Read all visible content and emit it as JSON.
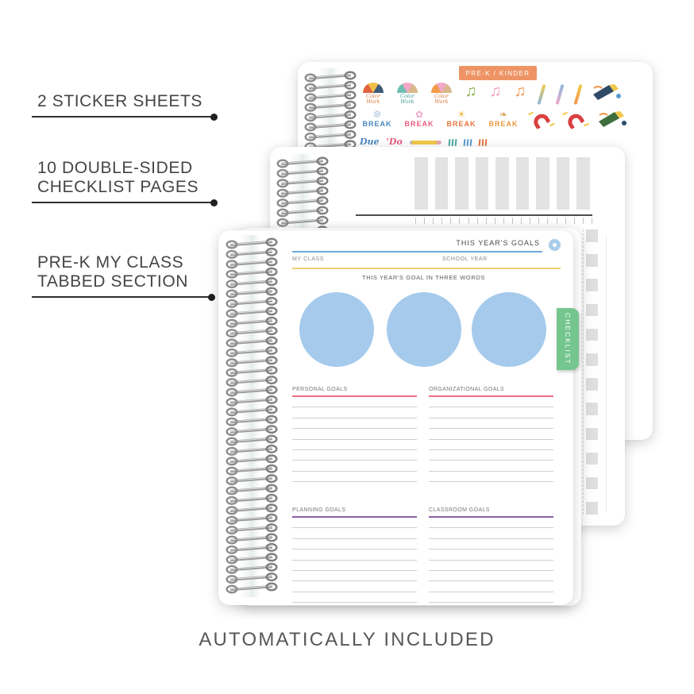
{
  "annotations": [
    {
      "id": "sticker-sheets",
      "lines": [
        "2 STICKER SHEETS"
      ]
    },
    {
      "id": "checklist-pages",
      "lines": [
        "10 DOUBLE-SIDED",
        "CHECKLIST PAGES"
      ]
    },
    {
      "id": "tabbed-section",
      "lines": [
        "PRE-K MY CLASS",
        "TABBED SECTION"
      ]
    }
  ],
  "footer": {
    "text": "AUTOMATICALLY INCLUDED"
  },
  "sticker_sheet": {
    "header": "PRE-K / KINDER",
    "header_bg": "#ee9464",
    "rows": [
      [
        {
          "type": "fan",
          "label": "Color Work",
          "wedges": [
            "#e2623f",
            "#f2be4b",
            "#3d5a78"
          ],
          "label_color": "#d97c3b"
        },
        {
          "type": "fan",
          "label": "Color Work",
          "wedges": [
            "#6fbfb2",
            "#f2a8c6",
            "#d8b88c"
          ],
          "label_color": "#3e9e94"
        },
        {
          "type": "fan",
          "label": "Color Work",
          "wedges": [
            "#f29a49",
            "#f2a8c6",
            "#d8b88c"
          ],
          "label_color": "#d97c3b"
        },
        {
          "type": "note",
          "icon": "music-note-icon",
          "glyph": "♫",
          "color": "#8fb254"
        },
        {
          "type": "note",
          "icon": "music-note-icon",
          "glyph": "♫",
          "color": "#f29cbe"
        },
        {
          "type": "note",
          "icon": "music-note-icon",
          "glyph": "♫",
          "color": "#f2954c"
        },
        {
          "type": "stick",
          "icon": "sparkle-pencil-icon",
          "colors": [
            "#f2c84b",
            "#8cb8e0"
          ]
        },
        {
          "type": "stick",
          "icon": "sparkle-pencil-icon",
          "colors": [
            "#8cb8e0",
            "#f2a8c6"
          ]
        },
        {
          "type": "stick",
          "icon": "sparkle-pencil-icon",
          "colors": [
            "#f2c84b",
            "#f2954c"
          ]
        },
        {
          "type": "party",
          "icon": "party-horn-icon",
          "colors": [
            "#2e4a66",
            "#f2c84b",
            "#5a9ad0",
            "#f2954c"
          ]
        }
      ],
      [
        {
          "type": "break",
          "label": "BREAK",
          "icon": "snowflake-icon",
          "glyph": "❆",
          "color": "#4a88c0",
          "icon_color": "#b8cce0"
        },
        {
          "type": "break",
          "label": "BREAK",
          "icon": "flower-icon",
          "glyph": "✿",
          "color": "#e85a80",
          "icon_color": "#f2a8c6"
        },
        {
          "type": "break",
          "label": "BREAK",
          "icon": "sun-icon",
          "glyph": "☀",
          "color": "#e8743e",
          "icon_color": "#f2b844"
        },
        {
          "type": "break",
          "label": "BREAK",
          "icon": "leaf-icon",
          "glyph": "❧",
          "color": "#e89a40",
          "icon_color": "#d9a05a"
        },
        {
          "type": "magnet",
          "icon": "magnet-icon",
          "color": "#d94040",
          "spark_color": "#f2c84b"
        },
        {
          "type": "magnet",
          "icon": "magnet-icon",
          "color": "#d94040",
          "spark_color": "#f2c84b"
        },
        {
          "type": "party",
          "icon": "party-horn-icon",
          "colors": [
            "#3e6e3e",
            "#f2c84b",
            "#2e4a66",
            "#f2954c"
          ]
        }
      ],
      [
        {
          "type": "script",
          "text": "Due",
          "color": "#4a88c0"
        },
        {
          "type": "script",
          "text": "'Do",
          "color": "#e85a80"
        },
        {
          "type": "pencil",
          "icon": "pencil-icon",
          "color": "#f2c84b"
        },
        {
          "type": "tally",
          "icon": "tally-icon",
          "color": "#4aa8a0"
        },
        {
          "type": "tally",
          "icon": "tally-icon",
          "color": "#5a9ad0"
        },
        {
          "type": "tally",
          "icon": "tally-icon",
          "color": "#e8743e"
        }
      ]
    ]
  },
  "checklist_page": {
    "column_bar_count": 9,
    "bar_color": "#e3e3e3",
    "line_color": "#4d4d4d",
    "tick_count": 21,
    "checkbox_cell_count": 23,
    "checkbox_color": "#dfdfdf"
  },
  "divider": {
    "tab": {
      "label": "CHECKLIST",
      "color": "#74c68e"
    }
  },
  "goals_page": {
    "title": "THIS YEAR'S GOALS",
    "badge_color": "#a9cde9",
    "title_line_color": "#6fa8d8",
    "field_left": "MY CLASS",
    "field_right": "SCHOOL YEAR",
    "field_line_color": "#f3ce74",
    "subtitle": "THIS YEAR'S GOAL IN THREE WORDS",
    "circle_count": 3,
    "circle_color": "#a5caec",
    "lines_per_section": 8,
    "sections": [
      {
        "label": "PERSONAL GOALS",
        "color": "#ed6e85"
      },
      {
        "label": "ORGANIZATIONAL GOALS",
        "color": "#ed6e85"
      },
      {
        "label": "PLANNING GOALS",
        "color": "#8d5fa8"
      },
      {
        "label": "CLASSROOM GOALS",
        "color": "#8d5fa8"
      }
    ]
  }
}
